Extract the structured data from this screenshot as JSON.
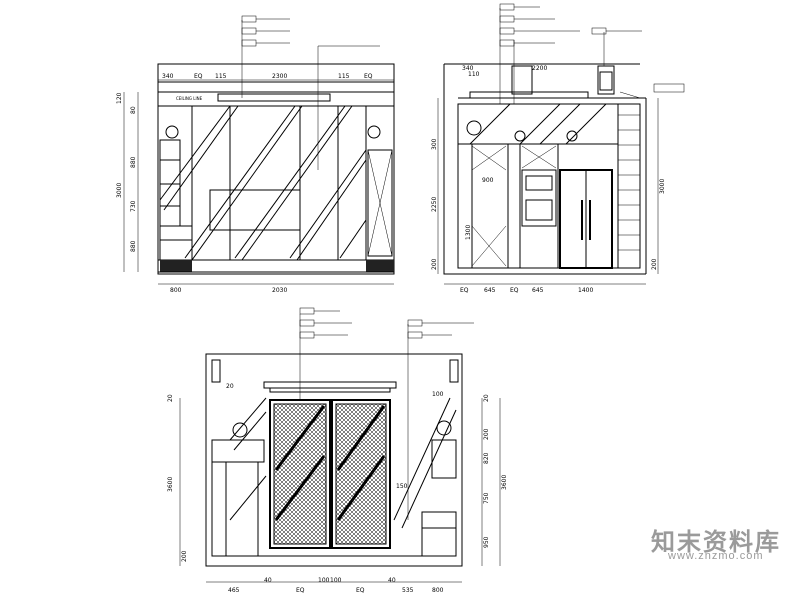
{
  "drawing": {
    "elevation_a": {
      "top_dims": [
        "340",
        "EQ",
        "115",
        "2300",
        "115",
        "EQ"
      ],
      "left_dims": [
        "120",
        "80",
        "880",
        "3000",
        "730",
        "880"
      ],
      "bottom_dims": [
        "800",
        "2030"
      ],
      "label": "CEILING LINE"
    },
    "elevation_b": {
      "top_dims": [
        "340",
        "110",
        "2200"
      ],
      "left_dims": [
        "300",
        "2250",
        "1300",
        "200"
      ],
      "right_dims": [
        "3000",
        "200"
      ],
      "bottom_dims": [
        "EQ",
        "645",
        "EQ",
        "645",
        "1400"
      ],
      "mid_dim": "900"
    },
    "elevation_c": {
      "top_dims": [
        "20"
      ],
      "left_dims": [
        "20",
        "3600",
        "200"
      ],
      "right_dims": [
        "20",
        "200",
        "820",
        "750",
        "3600",
        "950"
      ],
      "bottom_dims": [
        "465",
        "40",
        "EQ",
        "100",
        "100",
        "EQ",
        "40",
        "535",
        "800"
      ],
      "mid_dims": [
        "150",
        "100"
      ]
    }
  },
  "watermark": {
    "text_cn": "知末资料库",
    "url": "www.znzmo.com"
  }
}
